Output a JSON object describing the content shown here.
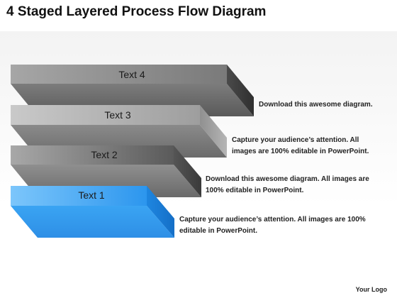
{
  "title": "4 Staged Layered Process Flow Diagram",
  "steps": [
    {
      "label": "Text 4",
      "description": "Download  this  awesome  diagram."
    },
    {
      "label": "Text 3",
      "description": "Capture  your  audience’s  attention.  All images are 100% editable in PowerPoint."
    },
    {
      "label": "Text 2",
      "description": "Download  this  awesome  diagram.  All  images  are 100% editable in PowerPoint."
    },
    {
      "label": "Text 1",
      "description": "Capture  your  audience’s  attention.  All  images  are  100% editable in PowerPoint."
    }
  ],
  "colors": {
    "gray_top": "#8f8f8f",
    "gray_front": "#6e6e6e",
    "gray_side": "#3f3f3f",
    "blue_top": "#55b3f7",
    "blue_front": "#2e97ef",
    "blue_side": "#1c7fd9"
  },
  "logo": "Your Logo"
}
